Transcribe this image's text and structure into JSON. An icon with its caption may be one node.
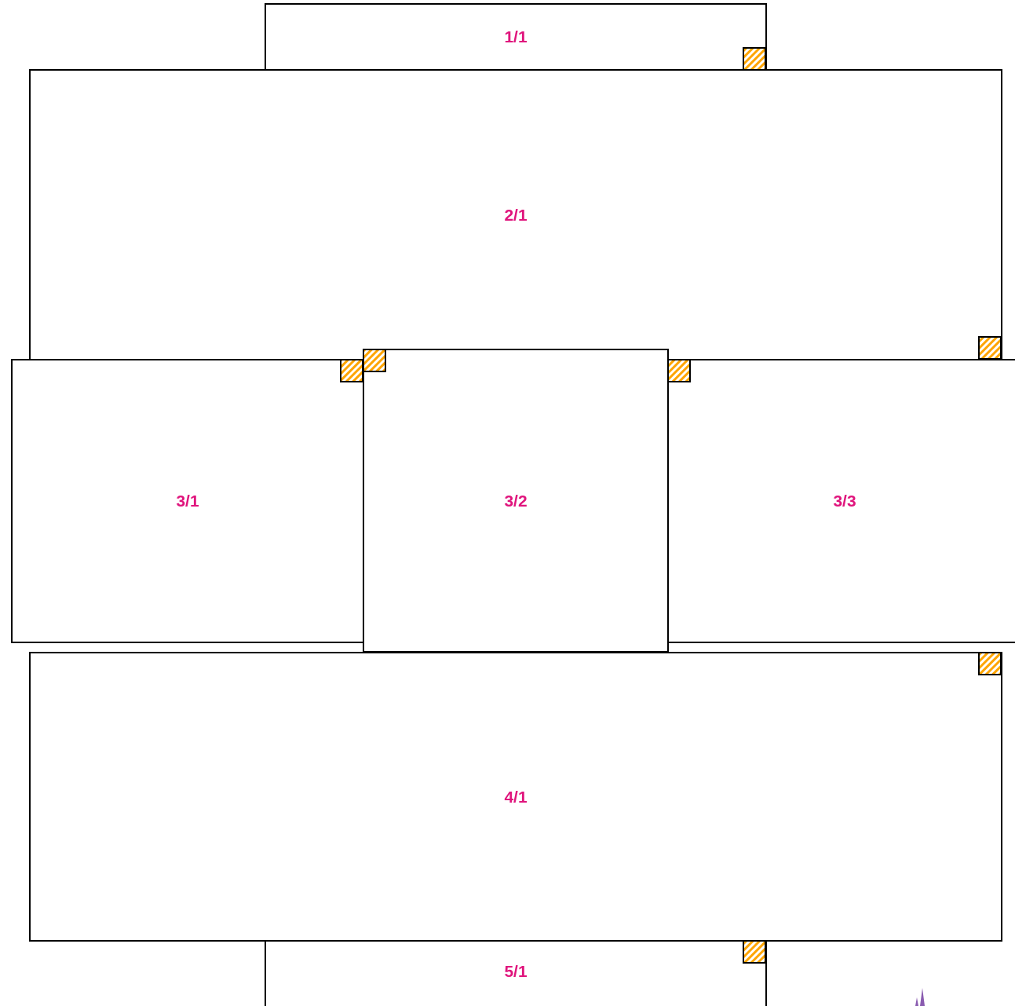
{
  "diagram": {
    "nodes": [
      {
        "text": [
          "1/1"
        ]
      },
      {
        "text": [
          "2/1"
        ]
      },
      {
        "text": [
          "3/1"
        ]
      },
      {
        "text": [
          "3/2"
        ]
      },
      {
        "text": [
          "3/3"
        ]
      },
      {
        "text": [
          "4/1"
        ]
      },
      {
        "text": [
          "5/1"
        ]
      }
    ]
  }
}
